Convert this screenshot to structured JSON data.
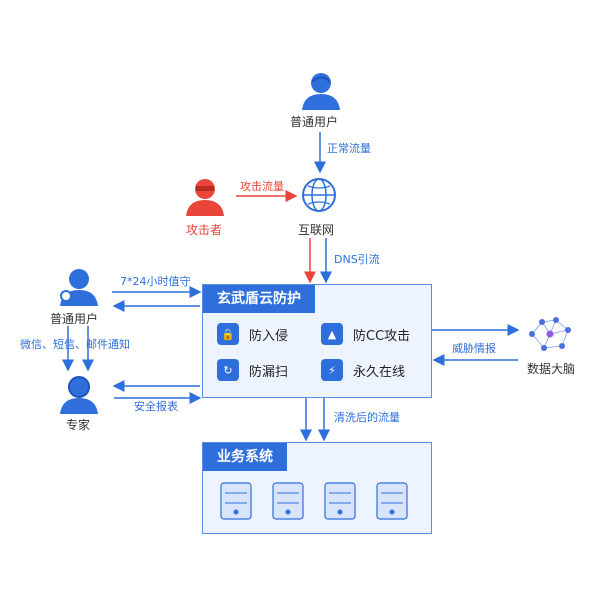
{
  "nodes": {
    "normal_user_top": "普通用户",
    "attacker": "攻击者",
    "internet": "互联网",
    "normal_user_left": "普通用户",
    "expert": "专家",
    "data_brain": "数据大脑"
  },
  "edges": {
    "normal_traffic": "正常流量",
    "attack_traffic": "攻击流量",
    "dns_redirect": "DNS引流",
    "guard_24x7": "7*24小时值守",
    "notify": "微信、短信、邮件通知",
    "security_report": "安全报表",
    "threat_intel": "威胁情报",
    "cleaned_traffic": "清洗后的流量"
  },
  "protection_box": {
    "title": "玄武盾云防护",
    "features": [
      {
        "label": "防入侵",
        "icon": "lock-icon"
      },
      {
        "label": "防CC攻击",
        "icon": "alarm-icon"
      },
      {
        "label": "防漏扫",
        "icon": "refresh-icon"
      },
      {
        "label": "永久在线",
        "icon": "lightning-icon"
      }
    ]
  },
  "business_box": {
    "title": "业务系统",
    "servers": [
      "server-icon",
      "server-icon",
      "server-icon",
      "server-icon"
    ]
  },
  "colors": {
    "primary": "#2f6fdc",
    "attack": "#e8463a",
    "box_bg": "#eef4ff"
  }
}
